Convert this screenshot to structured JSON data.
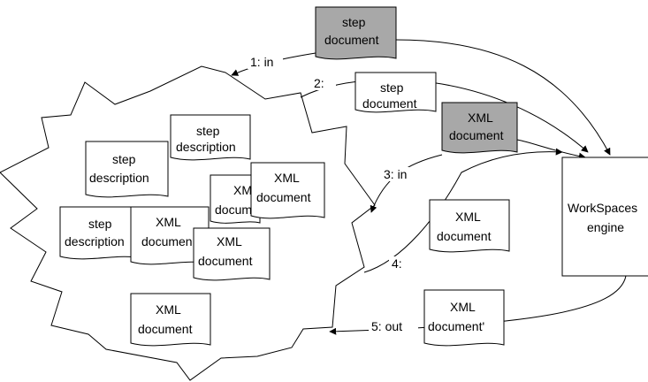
{
  "documents": {
    "step_doc_in": [
      "step",
      "document"
    ],
    "step_doc_2": [
      "step",
      "document"
    ],
    "xml_doc_gray": [
      "XML",
      "document"
    ],
    "xml_doc_4": [
      "XML",
      "document"
    ],
    "xml_doc_out": [
      "XML",
      "document'"
    ],
    "store_step_desc_1": [
      "step",
      "description"
    ],
    "store_step_desc_2": [
      "step",
      "description"
    ],
    "store_step_desc_3": [
      "step",
      "description"
    ],
    "store_xml_1": [
      "XML",
      "documen"
    ],
    "store_xml_2": [
      "XML",
      "docum"
    ],
    "store_xml_3": [
      "XML",
      "document"
    ],
    "store_xml_4": [
      "XML",
      "document"
    ],
    "store_xml_5": [
      "XML",
      "document"
    ]
  },
  "engine": [
    "WorkSpaces",
    "engine"
  ],
  "edges": {
    "e1": "1: in",
    "e2": "2:",
    "e3": "3: in",
    "e4": "4:",
    "e5": "5: out"
  }
}
